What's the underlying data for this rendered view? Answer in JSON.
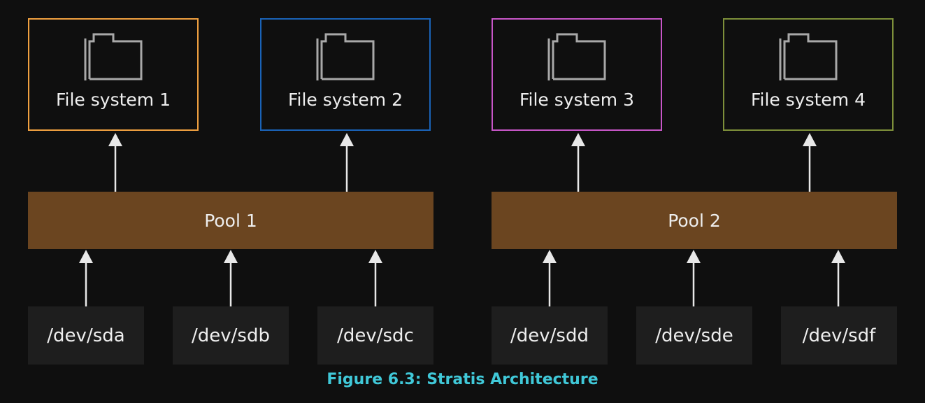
{
  "colors": {
    "background": "#0f0f0f",
    "fs1_border": "#f0a040",
    "fs2_border": "#1a63b8",
    "fs3_border": "#c856c8",
    "fs4_border": "#7d8f3a",
    "pool_fill": "#6b4520",
    "device_fill": "#1e1e1e",
    "arrow": "#e8e8e8",
    "caption": "#40c8d8"
  },
  "icons": {
    "filesystem": "folder-icon"
  },
  "filesystems": [
    {
      "label": "File system 1"
    },
    {
      "label": "File system 2"
    },
    {
      "label": "File system 3"
    },
    {
      "label": "File system 4"
    }
  ],
  "pools": [
    {
      "label": "Pool 1"
    },
    {
      "label": "Pool 2"
    }
  ],
  "devices": [
    {
      "label": "/dev/sda"
    },
    {
      "label": "/dev/sdb"
    },
    {
      "label": "/dev/sdc"
    },
    {
      "label": "/dev/sdd"
    },
    {
      "label": "/dev/sde"
    },
    {
      "label": "/dev/sdf"
    }
  ],
  "caption": "Figure 6.3: Stratis Architecture"
}
